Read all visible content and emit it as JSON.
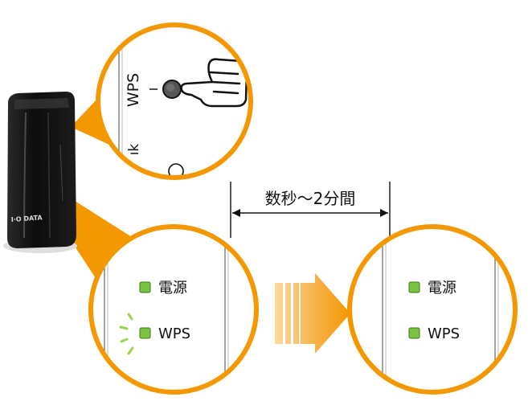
{
  "top_zoom": {
    "button_label": "WPS",
    "partial_label": "ık"
  },
  "duration": {
    "label": "数秒～2分間"
  },
  "before_panel": {
    "leds": [
      {
        "label": "電源",
        "color": "#7cc242",
        "blinking": false
      },
      {
        "label": "WPS",
        "color": "#7cc242",
        "blinking": true
      }
    ]
  },
  "after_panel": {
    "leds": [
      {
        "label": "電源",
        "color": "#7cc242",
        "blinking": false
      },
      {
        "label": "WPS",
        "color": "#7cc242",
        "blinking": false
      }
    ]
  },
  "device": {
    "brand_text": "I·O DATA"
  },
  "colors": {
    "callout_orange": "#f39800",
    "led_green": "#7cc242"
  }
}
